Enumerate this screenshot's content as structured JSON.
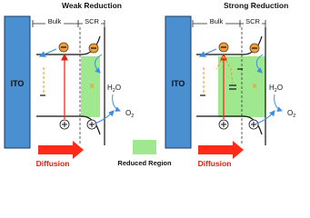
{
  "panels": [
    {
      "title": "Weak Reduction",
      "electrode": "ITO",
      "bulk": "Bulk",
      "scr": "SCR",
      "water": "H",
      "water_sub": "2",
      "water_end": "O",
      "oxygen": "O",
      "oxygen_sub": "2",
      "diffusion": "Diffusion"
    },
    {
      "title": "Strong Reduction",
      "electrode": "ITO",
      "bulk": "Bulk",
      "scr": "SCR",
      "water": "H",
      "water_sub": "2",
      "water_end": "O",
      "oxygen": "O",
      "oxygen_sub": "2",
      "diffusion": "Diffusion"
    }
  ],
  "legend": {
    "label": "Reduced Region"
  },
  "colors": {
    "electrode": "#4a90d0",
    "reduced": "#9fe88f",
    "arrow_blue": "#3a8fe0",
    "arrow_red": "#ff2a1a",
    "defect": "#e8a33a",
    "minus_circle": "#f0c040"
  }
}
